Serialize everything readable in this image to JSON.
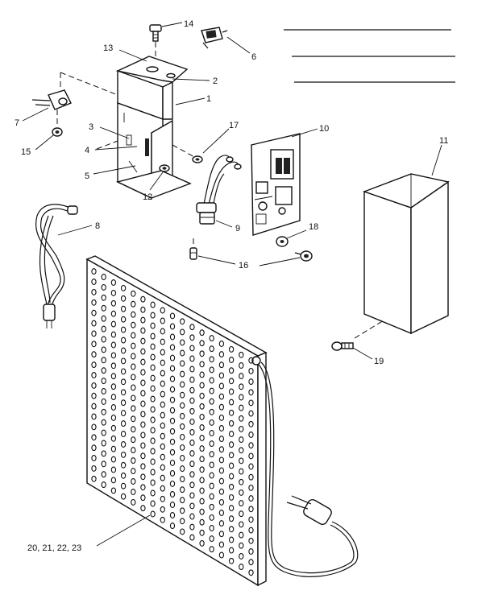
{
  "callouts": {
    "c1": "1",
    "c2": "2",
    "c3": "3",
    "c4": "4",
    "c5": "5",
    "c6": "6",
    "c7": "7",
    "c8": "8",
    "c9": "9",
    "c10": "10",
    "c11": "11",
    "c12": "12",
    "c13": "13",
    "c14": "14",
    "c15": "15",
    "c16": "16",
    "c17": "17",
    "c18": "18",
    "c19": "19",
    "c20": "20, 21, 22, 23"
  }
}
